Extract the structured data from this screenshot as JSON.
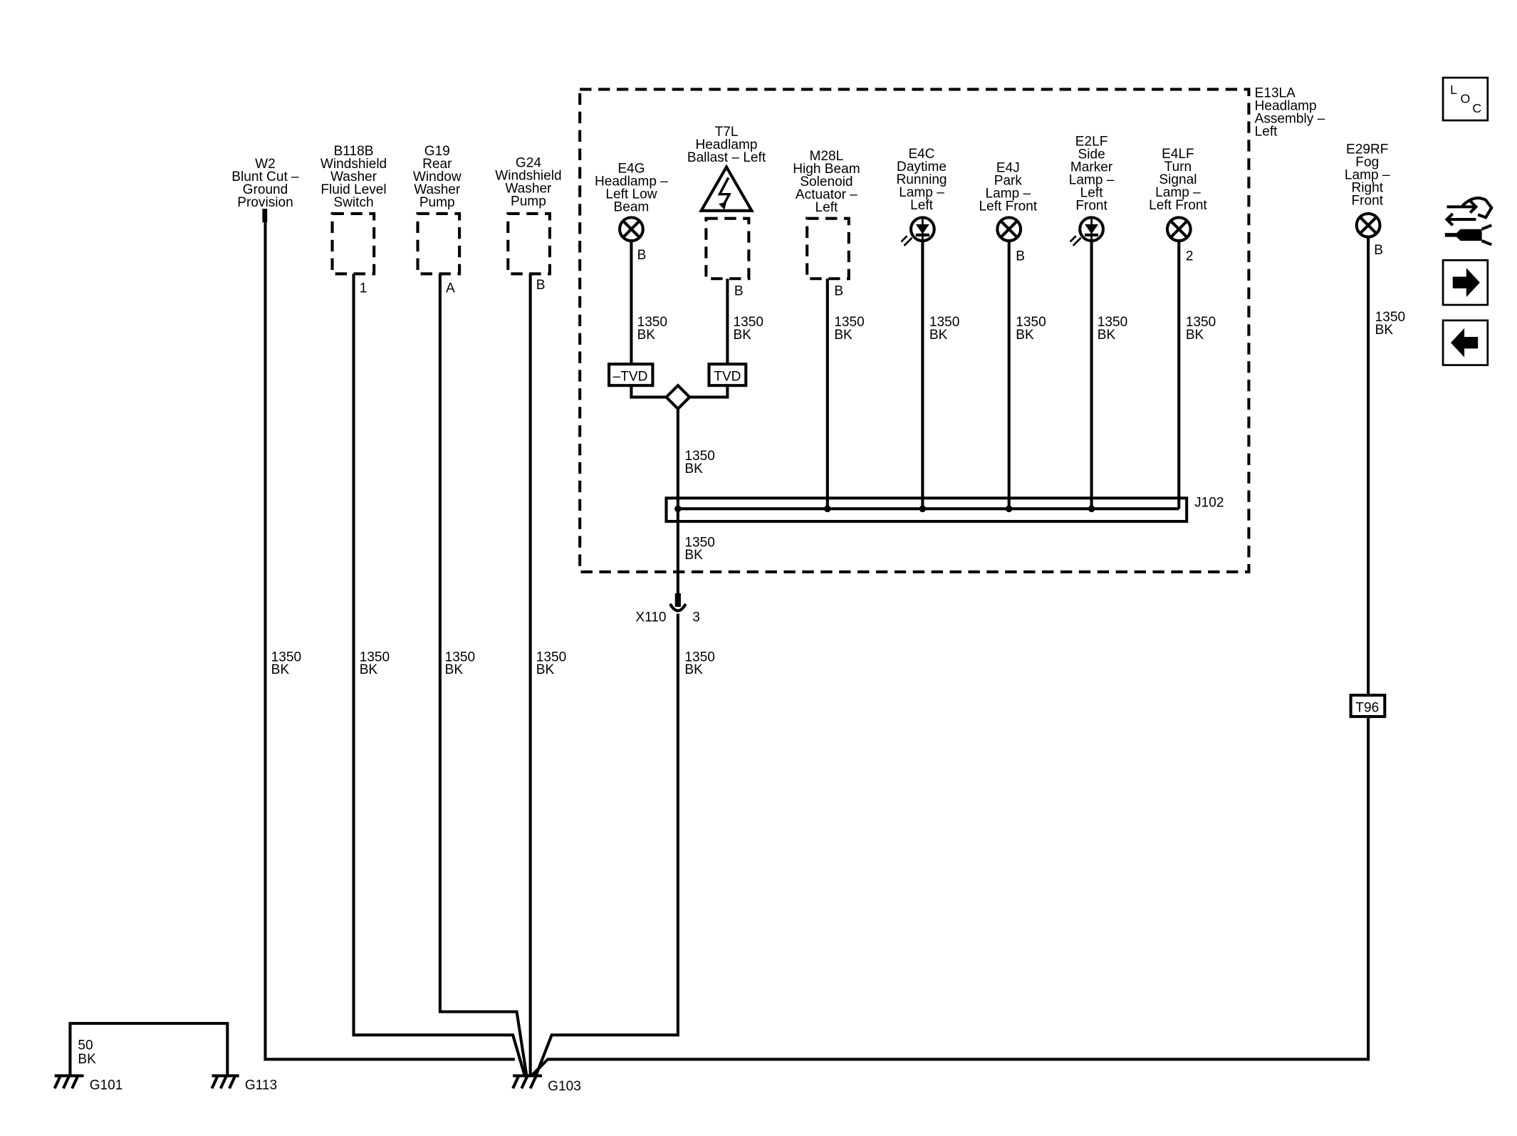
{
  "assembly": {
    "lines": [
      "E13LA",
      "Headlamp",
      "Assembly –",
      "Left"
    ]
  },
  "components": {
    "w2": {
      "lines": [
        "W2",
        "Blunt Cut –",
        "Ground",
        "Provision"
      ]
    },
    "b118b": {
      "lines": [
        "B118B",
        "Windshield",
        "Washer",
        "Fluid Level",
        "Switch"
      ],
      "pin": "1"
    },
    "g19": {
      "lines": [
        "G19",
        "Rear",
        "Window",
        "Washer",
        "Pump"
      ],
      "pin": "A"
    },
    "g24": {
      "lines": [
        "G24",
        "Windshield",
        "Washer",
        "Pump"
      ],
      "pin": "B"
    },
    "e4g": {
      "lines": [
        "E4G",
        "Headlamp –",
        "Left Low",
        "Beam"
      ],
      "pin": "B"
    },
    "t7l": {
      "lines": [
        "T7L",
        "Headlamp",
        "Ballast – Left"
      ],
      "pin": "B"
    },
    "m28l": {
      "lines": [
        "M28L",
        "High Beam",
        "Solenoid",
        "Actuator –",
        "Left"
      ],
      "pin": "B"
    },
    "e4c": {
      "lines": [
        "E4C",
        "Daytime",
        "Running",
        "Lamp –",
        "Left"
      ]
    },
    "e4j": {
      "lines": [
        "E4J",
        "Park",
        "Lamp –",
        "Left Front"
      ],
      "pin": "B"
    },
    "e2lf": {
      "lines": [
        "E2LF",
        "Side",
        "Marker",
        "Lamp –",
        "Left",
        "Front"
      ]
    },
    "e4lf": {
      "lines": [
        "E4LF",
        "Turn",
        "Signal",
        "Lamp –",
        "Left Front"
      ],
      "pin": "2"
    },
    "e29rf": {
      "lines": [
        "E29RF",
        "Fog",
        "Lamp –",
        "Right",
        "Front"
      ],
      "pin": "B"
    }
  },
  "wire": {
    "gauge": "1350",
    "color": "BK"
  },
  "ground_strap": {
    "gauge": "50",
    "color": "BK"
  },
  "tvd": {
    "left": "–TVD",
    "right": "TVD"
  },
  "splice": {
    "id": "J102"
  },
  "connector": {
    "id": "X110",
    "pin": "3"
  },
  "inline_connector": {
    "id": "T96"
  },
  "grounds": {
    "g101": "G101",
    "g113": "G113",
    "g103": "G103"
  },
  "nav": {
    "loc": {
      "l": "L",
      "o": "O",
      "c": "C"
    },
    "icons": [
      "connector-swap-icon",
      "arrow-right-icon",
      "arrow-left-icon"
    ]
  }
}
